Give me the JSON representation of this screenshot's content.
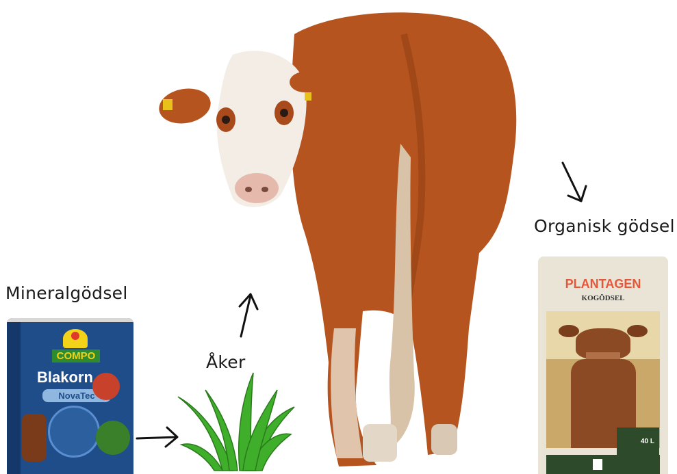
{
  "labels": {
    "mineral": "Mineralgödsel",
    "field": "Åker",
    "organic": "Organisk gödsel"
  },
  "mineral_bag": {
    "brand": "COMPO",
    "product": "Blakorn",
    "sub": "NovaTec"
  },
  "organic_bag": {
    "brand": "PLANTAGEN",
    "product": "KOGÖDSEL",
    "volume": "40 L"
  },
  "colors": {
    "cow_body": "#b5541f",
    "cow_face": "#f3ede6",
    "grass": "#3fae2a",
    "mineral_bag": "#1f4d8a",
    "organic_bag": "#e9e4d6",
    "organic_brand": "#e4573a"
  },
  "icons": [
    "arrow-right-icon",
    "arrow-up-icon",
    "arrow-down-right-icon"
  ]
}
